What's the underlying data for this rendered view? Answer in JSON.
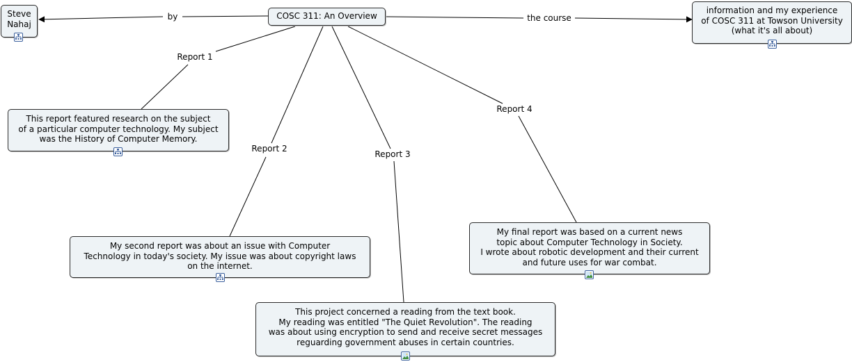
{
  "map": {
    "root": "COSC 311: An Overview",
    "author": "Steve\nNahaj",
    "about": "information and my experience\nof COSC 311 at Towson University\n(what it's all about)",
    "report1": "This report featured research on the subject\nof a particular computer technology.  My subject\nwas the History of Computer Memory.",
    "report2": "My second report was about an issue with Computer\nTechnology in today's society.  My issue was about copyright laws\non the internet.",
    "report3": "This project concerned a reading from the text book.\nMy reading was entitled \"The Quiet Revolution\".  The reading\nwas about using encryption to send and receive secret messages\nreguarding government abuses in certain countries.",
    "report4": "My final report was based on a current news\ntopic about Computer Technology in Society.\nI wrote about robotic development and their current\nand future uses for war combat."
  },
  "links": {
    "by": "by",
    "the_course": "the course",
    "report1": "Report 1",
    "report2": "Report 2",
    "report3": "Report 3",
    "report4": "Report 4"
  },
  "icons": {
    "hierarchy": "concept-map-resource-icon",
    "image": "image-resource-icon"
  },
  "colors": {
    "node_fill": "#eef3f6",
    "node_border": "#2b2b2b",
    "icon_border": "#3a5f9c"
  }
}
